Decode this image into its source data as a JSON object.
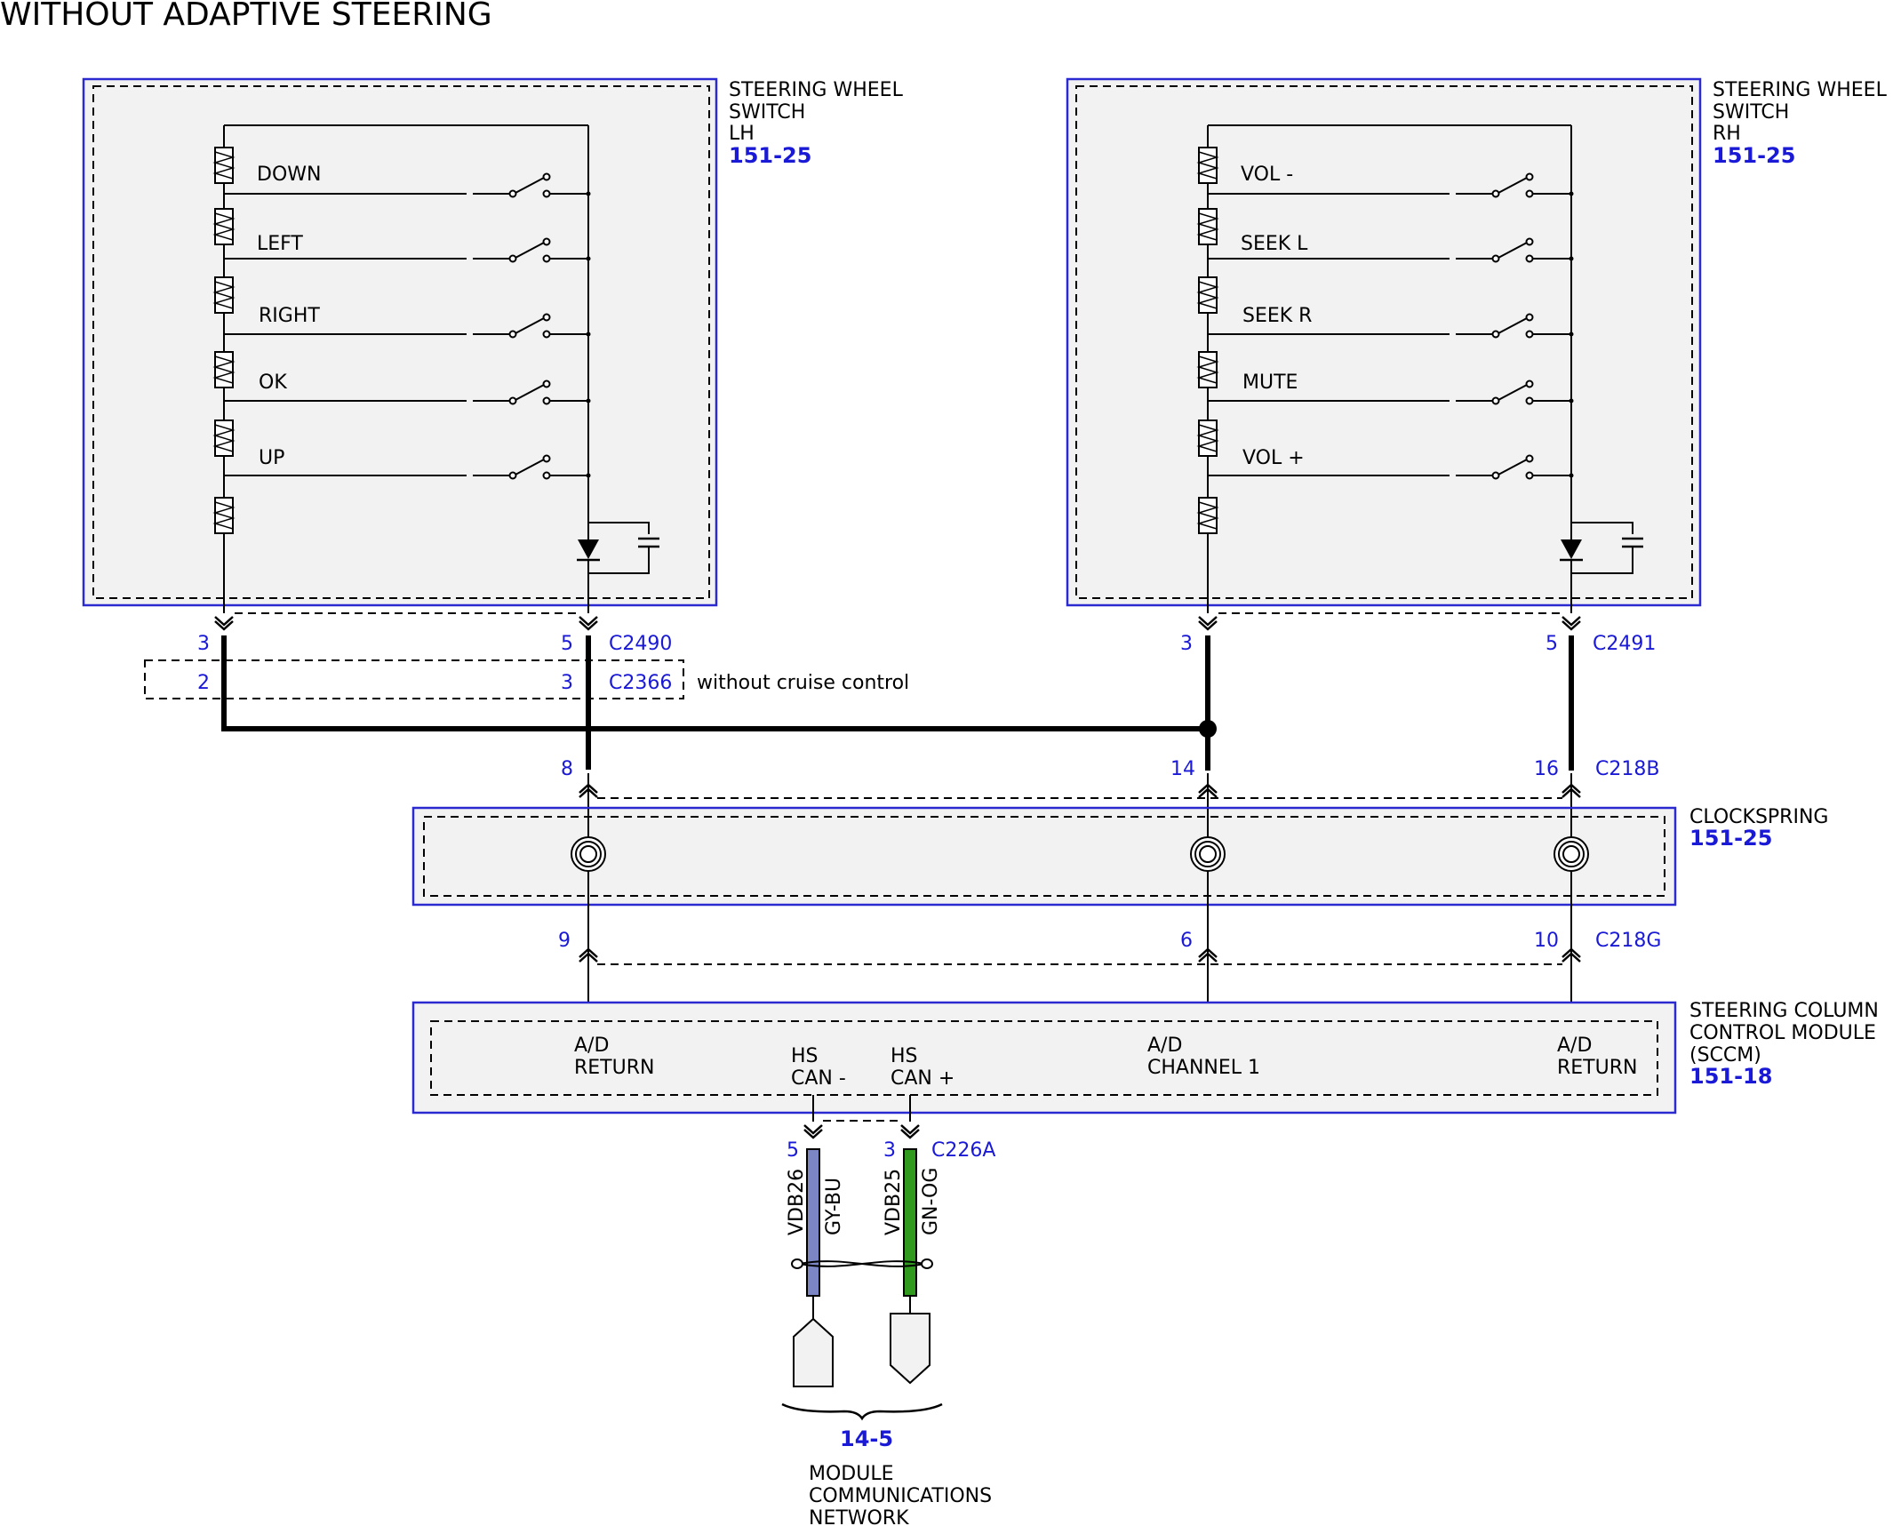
{
  "title": "WITHOUT ADAPTIVE STEERING",
  "lh_switch": {
    "name_lines": [
      "STEERING WHEEL",
      "SWITCH",
      "LH"
    ],
    "ref": "151-25",
    "switches": [
      "DOWN",
      "LEFT",
      "RIGHT",
      "OK",
      "UP"
    ],
    "connector": "C2490",
    "pins": [
      "3",
      "5"
    ]
  },
  "rh_switch": {
    "name_lines": [
      "STEERING WHEEL",
      "SWITCH",
      "RH"
    ],
    "ref": "151-25",
    "switches": [
      "VOL -",
      "SEEK L",
      "SEEK R",
      "MUTE",
      "VOL +"
    ],
    "connector": "C2491",
    "pins": [
      "3",
      "5"
    ]
  },
  "c2366": {
    "connector": "C2366",
    "pins": [
      "2",
      "3"
    ],
    "note": "without cruise control"
  },
  "c218b": {
    "connector": "C218B",
    "pins": [
      "8",
      "14",
      "16"
    ]
  },
  "clockspring": {
    "name_lines": [
      "CLOCKSPRING"
    ],
    "ref": "151-25"
  },
  "c218g": {
    "connector": "C218G",
    "pins": [
      "9",
      "6",
      "10"
    ]
  },
  "sccm": {
    "name_lines": [
      "STEERING COLUMN",
      "CONTROL MODULE",
      "(SCCM)"
    ],
    "ref": "151-18",
    "terminals": [
      [
        "A/D",
        "RETURN"
      ],
      [
        "HS",
        "CAN -"
      ],
      [
        "HS",
        "CAN +"
      ],
      [
        "A/D",
        "CHANNEL 1"
      ],
      [
        "A/D",
        "RETURN"
      ]
    ]
  },
  "c226a": {
    "connector": "C226A",
    "pins": [
      "5",
      "3"
    ]
  },
  "wires": [
    {
      "circuit": "VDB26",
      "color": "GY-BU",
      "hex": "#7d86c4"
    },
    {
      "circuit": "VDB25",
      "color": "GN-OG",
      "hex": "#2f9a1e"
    }
  ],
  "network": {
    "ref": "14-5",
    "name_lines": [
      "MODULE",
      "COMMUNICATIONS",
      "NETWORK"
    ]
  }
}
